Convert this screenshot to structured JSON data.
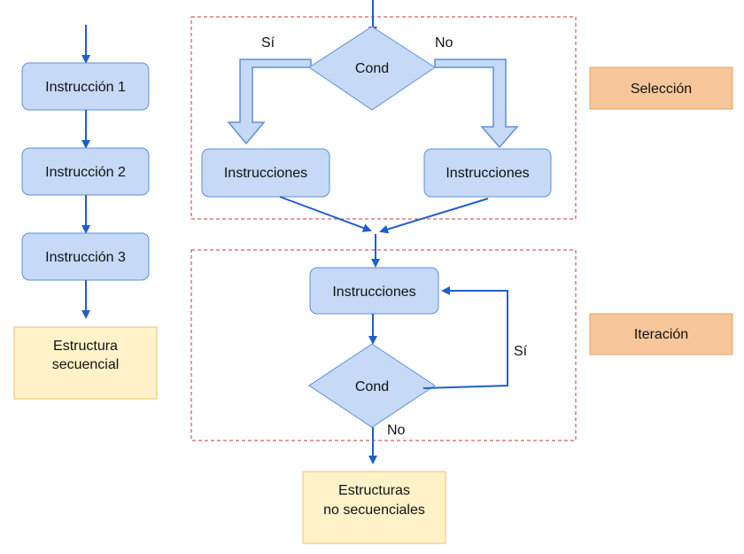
{
  "colors": {
    "process_fill": "#c6d9f6",
    "process_stroke": "#5f8fd9",
    "arrow": "#1f5fcc",
    "frame": "#c43a3a",
    "note_fill": "#fff2c8",
    "note_stroke": "#e7c36a",
    "tag_fill": "#f7c79b",
    "tag_stroke": "#e3a062",
    "wide_arrow_fill": "#c6d9f6",
    "wide_arrow_stroke": "#5f8fd9"
  },
  "sequential": {
    "steps": [
      "Instrucción 1",
      "Instrucción 2",
      "Instrucción 3"
    ],
    "caption_line1": "Estructura",
    "caption_line2": "secuencial"
  },
  "selection": {
    "tag": "Selección",
    "condition": "Cond",
    "yes_label": "Sí",
    "no_label": "No",
    "branch_yes": "Instrucciones",
    "branch_no": "Instrucciones"
  },
  "iteration": {
    "tag": "Iteración",
    "body": "Instrucciones",
    "condition": "Cond",
    "yes_label": "Sí",
    "no_label": "No"
  },
  "caption_nonseq_line1": "Estructuras",
  "caption_nonseq_line2": "no secuenciales"
}
